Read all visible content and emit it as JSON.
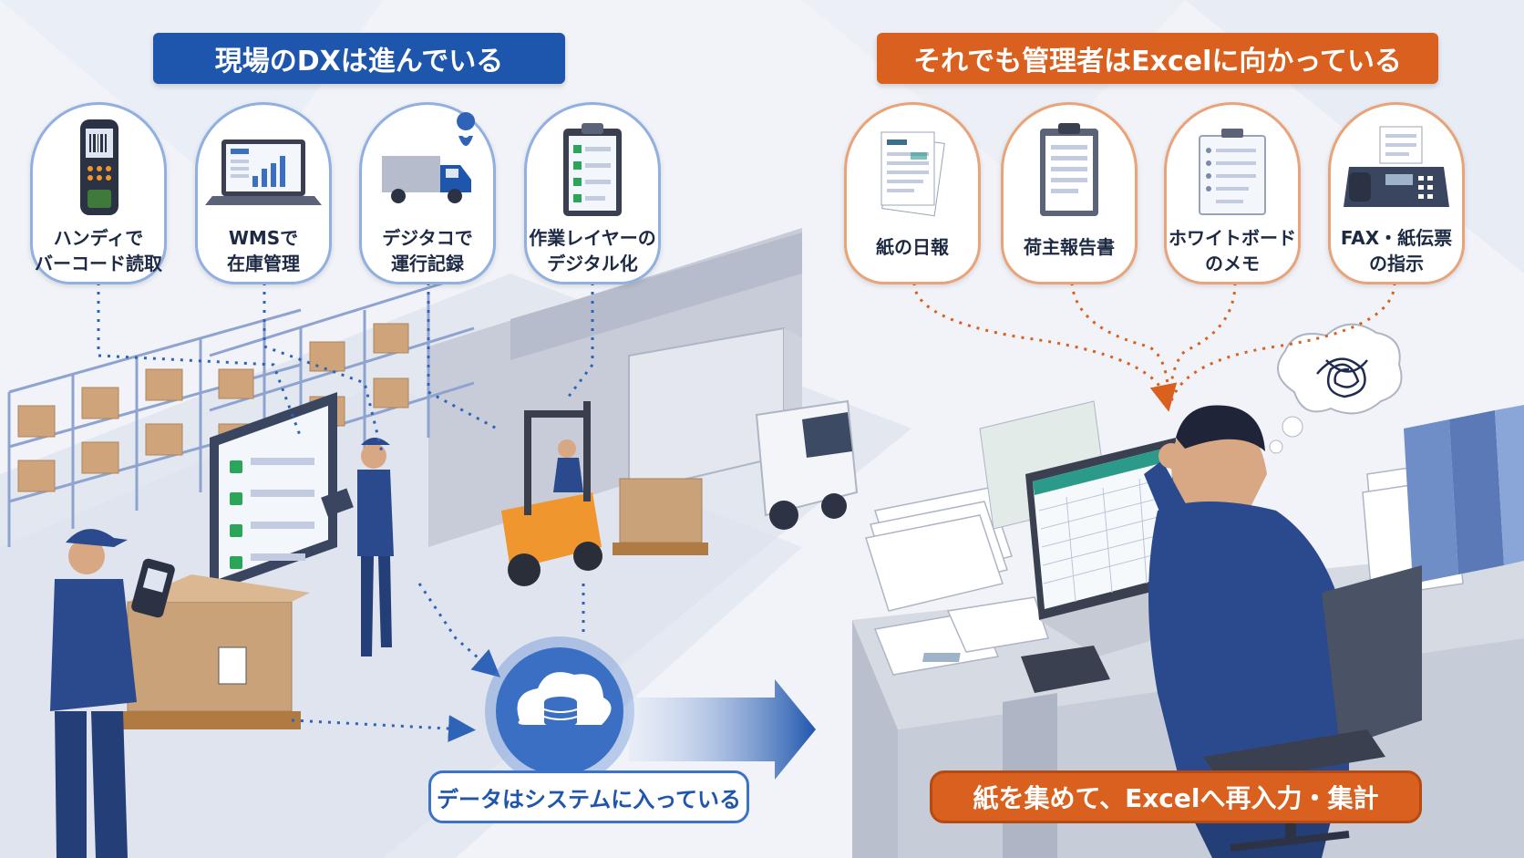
{
  "left": {
    "banner": "現場のDXは進んでいる",
    "cards": [
      {
        "line1": "ハンディで",
        "line2": "バーコード読取",
        "icon": "handheld-scanner-icon"
      },
      {
        "line1": "WMSで",
        "line2": "在庫管理",
        "icon": "laptop-dashboard-icon"
      },
      {
        "line1": "デジタコで",
        "line2": "運行記録",
        "icon": "truck-location-icon"
      },
      {
        "line1": "作業レイヤーの",
        "line2": "デジタル化",
        "icon": "clipboard-checklist-icon"
      }
    ],
    "caption": "データはシステムに入っている"
  },
  "right": {
    "banner": "それでも管理者はExcelに向かっている",
    "cards": [
      {
        "line1": "紙の日報",
        "line2": "",
        "icon": "paper-report-icon"
      },
      {
        "line1": "荷主報告書",
        "line2": "",
        "icon": "clipboard-report-icon"
      },
      {
        "line1": "ホワイトボード",
        "line2": "のメモ",
        "icon": "whiteboard-memo-icon"
      },
      {
        "line1": "FAX・紙伝票",
        "line2": "の指示",
        "icon": "fax-machine-icon"
      }
    ],
    "caption": "紙を集めて、Excelへ再入力・集計"
  },
  "colors": {
    "blue": "#1f56ad",
    "orange": "#d9601e",
    "worker": "#2b4a8e",
    "box": "#c9a27a"
  }
}
